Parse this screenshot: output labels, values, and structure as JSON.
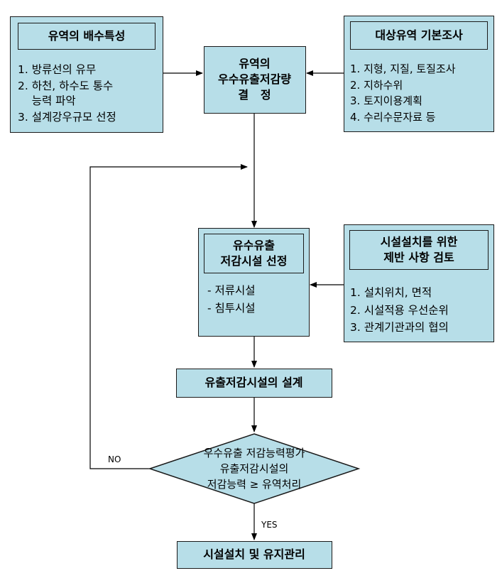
{
  "left_top": {
    "title": "유역의 배수특성",
    "items": [
      "1. 방류선의 유무",
      "2. 하천, 하수도 통수",
      "    능력 파악",
      "3. 설계강우규모 선정"
    ]
  },
  "center_top": {
    "lines": [
      "유역의",
      "우수유출저감량",
      "결   정"
    ]
  },
  "right_top": {
    "title": "대상유역 기본조사",
    "items": [
      "1. 지형, 지질, 토질조사",
      "2. 지하수위",
      "3. 토지이용계획",
      "4. 수리수문자료 등"
    ]
  },
  "facility_select": {
    "title_lines": [
      "유수유출",
      "저감시설 선정"
    ],
    "items": [
      "- 저류시설",
      "- 침투시설"
    ]
  },
  "review": {
    "title_lines": [
      "시설설치를 위한",
      "제반 사항 검토"
    ],
    "items": [
      "1. 설치위치, 면적",
      "2. 시설적용 우선순위",
      "3. 관계기관과의 협의"
    ]
  },
  "design": {
    "label": "유출저감시설의 설계"
  },
  "decision": {
    "lines": [
      "우수유출 저감능력평가",
      "유출저감시설의",
      "저감능력 ≥ 유역처리"
    ],
    "no_label": "NO",
    "yes_label": "YES"
  },
  "final": {
    "label": "시설설치 및 유지관리"
  },
  "colors": {
    "box_fill": "#b7dee8",
    "border": "#1a1a1a"
  }
}
